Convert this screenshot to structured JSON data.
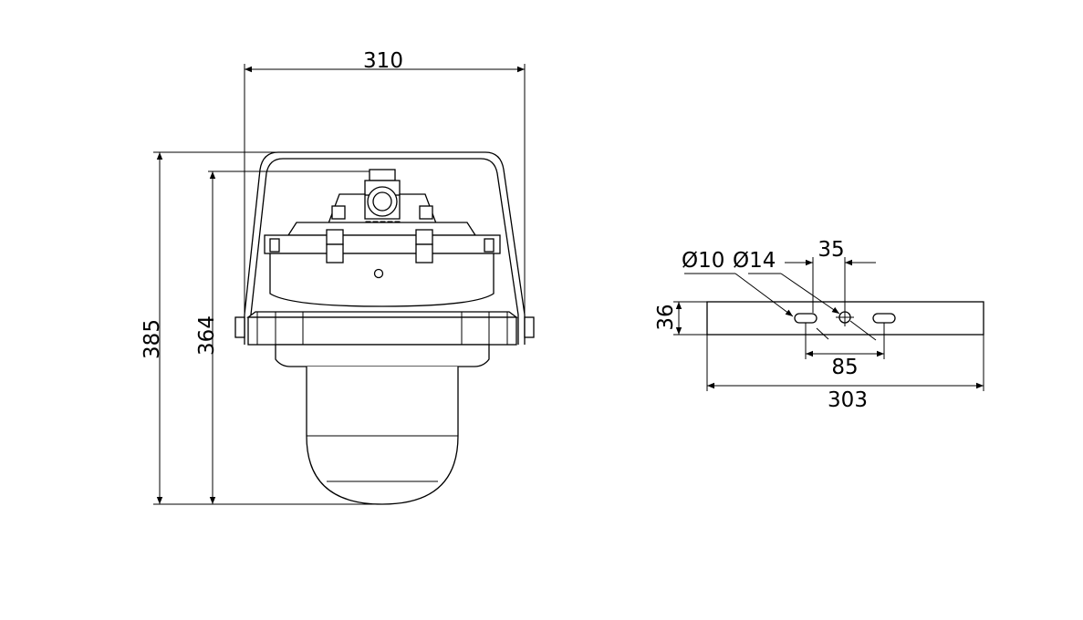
{
  "front_view": {
    "width_label": "310",
    "overall_height_label": "385",
    "body_height_label": "364"
  },
  "bracket_view": {
    "slot_label": "Ø10",
    "hole_label": "Ø14",
    "hole_offset_label": "35",
    "thickness_label": "36",
    "slot_spacing_label": "85",
    "length_label": "303"
  },
  "colors": {
    "line": "#000000",
    "background": "#ffffff"
  }
}
